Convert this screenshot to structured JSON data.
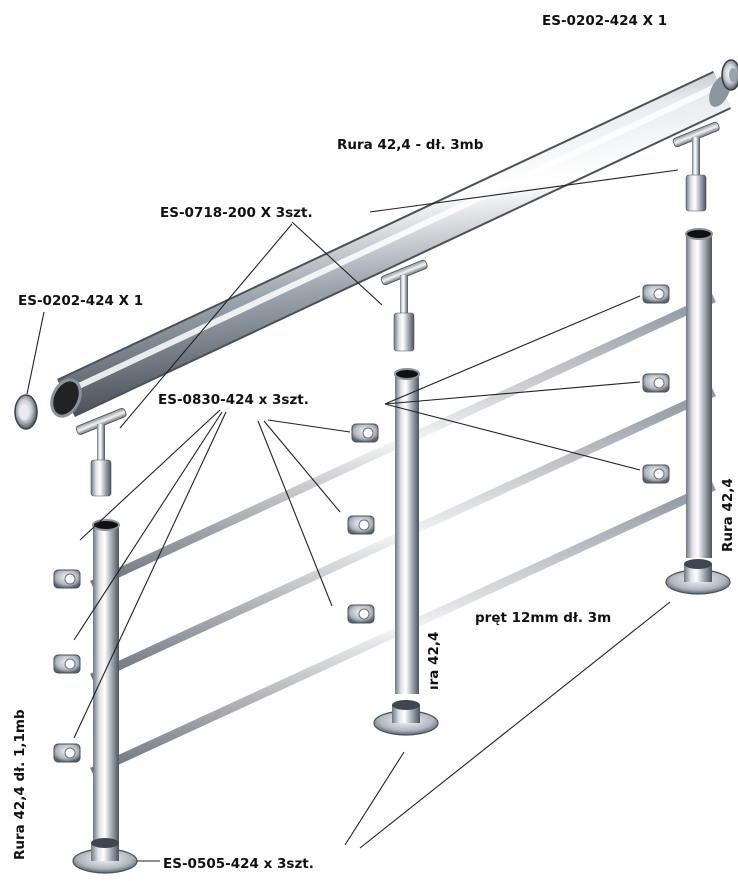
{
  "labels": {
    "end_cap_top": "ES-0202-424 X 1",
    "end_cap_left": "ES-0202-424 X 1",
    "handrail_tube": "Rura 42,4 - dł. 3mb",
    "handrail_support": "ES-0718-200 X 3szt.",
    "rod_holder": "ES-0830-424 x 3szt.",
    "post_right": "Rura 42,4",
    "post_middle": "ıra 42,4",
    "post_left": "Rura 42,4 dł. 1,1mb",
    "rod": "pręt 12mm dł. 3m",
    "base_flange": "ES-0505-424 x 3szt."
  },
  "colors": {
    "steel_light": "#f4f6f9",
    "steel_mid": "#b9c0c9",
    "steel_dark": "#5e6670",
    "text": "#111111"
  },
  "icons": {
    "end_cap": "round-end-cap-icon",
    "support": "t-bracket-icon",
    "holder": "rod-clamp-icon",
    "flange": "base-flange-icon"
  }
}
